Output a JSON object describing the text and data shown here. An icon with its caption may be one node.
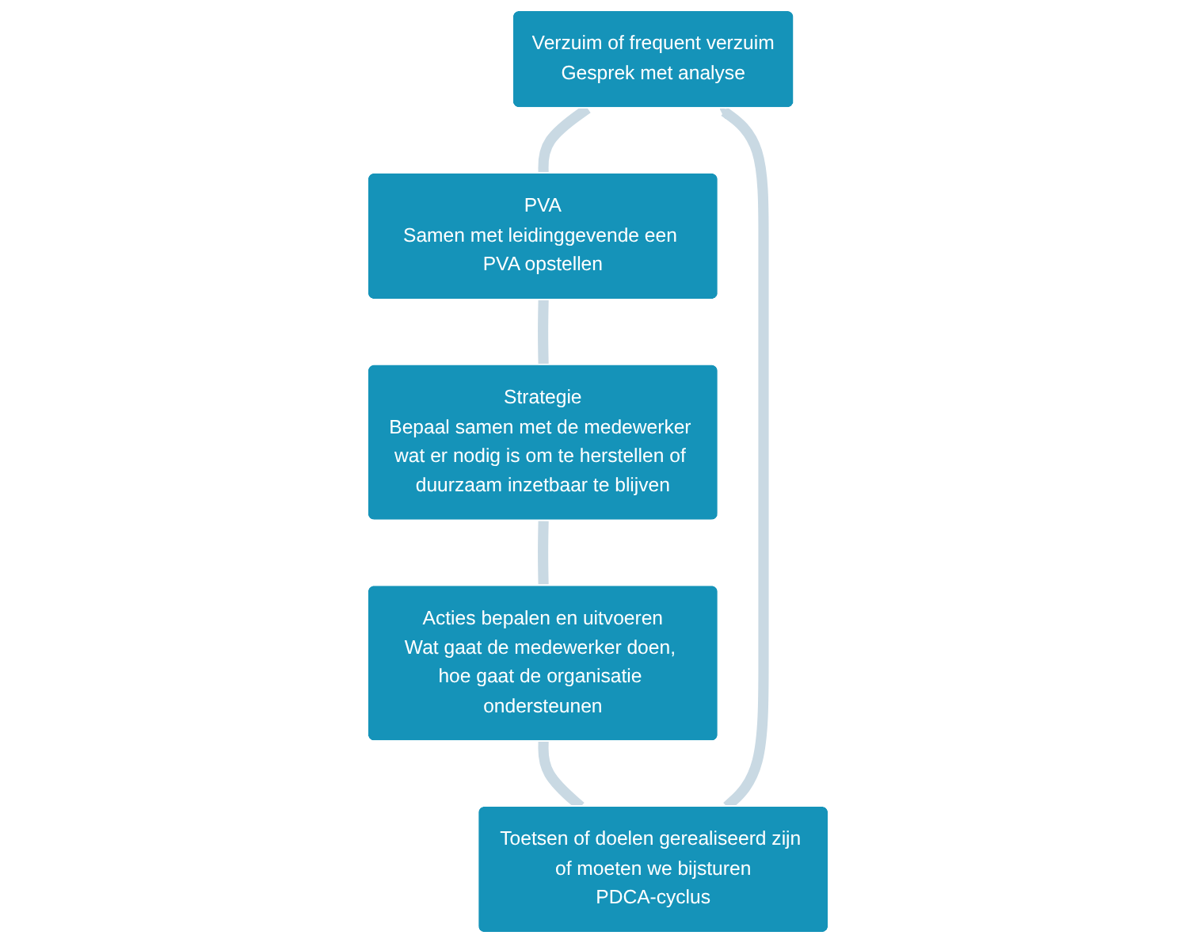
{
  "diagram": {
    "nodes": [
      {
        "text": [
          "Verzuim of frequent verzuim",
          "Gesprek met analyse"
        ]
      },
      {
        "text": [
          "PVA",
          "Samen met leidinggevende een PVA opstellen"
        ]
      },
      {
        "text": [
          "Strategie",
          "Bepaal samen met de medewerker wat er nodig is om te herstellen of duurzaam inzetbaar te blijven"
        ]
      },
      {
        "text": [
          "Acties bepalen en uitvoeren",
          "Wat gaat de medewerker doen, hoe gaat de organisatie ondersteunen"
        ]
      },
      {
        "text": [
          "Toetsen of doelen gerealiseerd zijn of moeten we bijsturen",
          "PDCA-cyclus"
        ]
      }
    ],
    "edges": [
      {
        "from": 0,
        "to": 1,
        "arrow": "none"
      },
      {
        "from": 1,
        "to": 2,
        "arrow": "none"
      },
      {
        "from": 2,
        "to": 3,
        "arrow": "none"
      },
      {
        "from": 3,
        "to": 4,
        "arrow": "none"
      },
      {
        "from": 4,
        "to": 0,
        "arrow": "to"
      }
    ]
  }
}
